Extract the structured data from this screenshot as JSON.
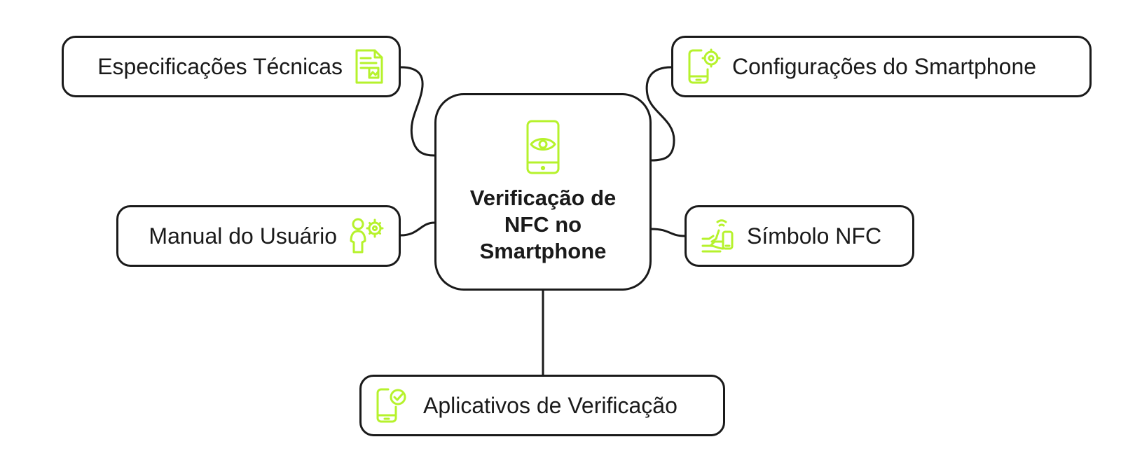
{
  "diagram": {
    "accent_color": "#b6f22c",
    "center": {
      "title": "Verificação de NFC no Smartphone",
      "icon": "smartphone-eye-icon"
    },
    "branches": [
      {
        "id": "especificacoes",
        "label": "Especificações Técnicas",
        "icon": "document-image-icon"
      },
      {
        "id": "configuracoes",
        "label": "Configurações do Smartphone",
        "icon": "smartphone-gear-icon"
      },
      {
        "id": "manual",
        "label": "Manual do Usuário",
        "icon": "person-gear-icon"
      },
      {
        "id": "simbolo",
        "label": "Símbolo NFC",
        "icon": "hand-phone-nfc-icon"
      },
      {
        "id": "aplicativos",
        "label": "Aplicativos de Verificação",
        "icon": "smartphone-check-icon"
      }
    ]
  }
}
